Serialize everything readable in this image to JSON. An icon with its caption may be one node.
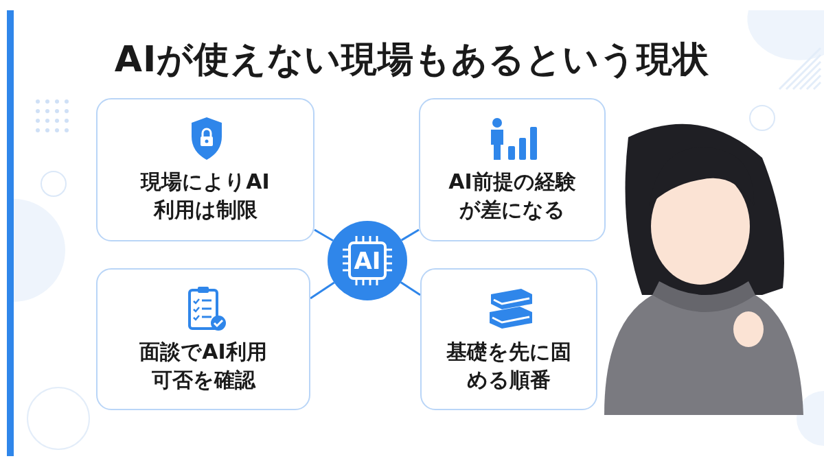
{
  "diagram": {
    "title": "AIが使えない現場もあるという現状",
    "nodes": [
      {
        "text": [
          "現場によりAI利用は制限"
        ]
      },
      {
        "text": [
          "AI前提の経験が差になる"
        ]
      },
      {
        "text": [
          "AI"
        ]
      },
      {
        "text": [
          "面談でAI利用可否を確認"
        ]
      },
      {
        "text": [
          "基礎を先に固める順番"
        ]
      }
    ],
    "edges": [
      {
        "from": 2,
        "to": 0,
        "arrow": "none"
      },
      {
        "from": 2,
        "to": 1,
        "arrow": "none"
      },
      {
        "from": 2,
        "to": 3,
        "arrow": "none"
      },
      {
        "from": 2,
        "to": 4,
        "arrow": "none"
      }
    ]
  }
}
